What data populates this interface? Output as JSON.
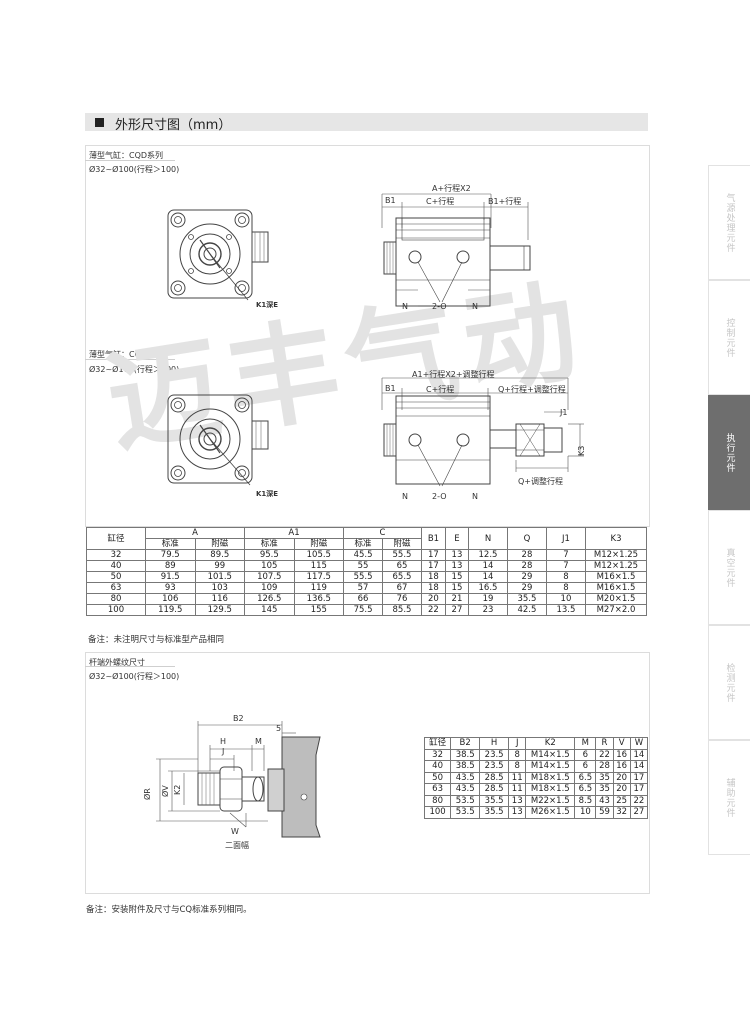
{
  "header": {
    "title": "外形尺寸图（mm）"
  },
  "sections": {
    "cqd": {
      "series": "薄型气缸：CQD系列",
      "range": "Ø32~Ø100(行程＞100)"
    },
    "cqj": {
      "series": "薄型气缸：CQJ系列",
      "range": "Ø32~Ø100(行程＞100)"
    },
    "rod": {
      "series": "杆端外螺纹尺寸",
      "range": "Ø32~Ø100(行程＞100)"
    }
  },
  "drawing1": {
    "k1": "K1深E",
    "a_stroke": "A+行程X2",
    "b1": "B1",
    "c_stroke": "C+行程",
    "b1_stroke": "B1+行程",
    "n_left": "N",
    "two_o": "2-O",
    "n_right": "N"
  },
  "drawing2": {
    "k1": "K1深E",
    "a1": "A1+行程X2+调整行程",
    "b1": "B1",
    "c_stroke": "C+行程",
    "q": "Q+行程+调整行程",
    "j1": "J1",
    "k3": "K3",
    "q2": "Q+调整行程",
    "n_left": "N",
    "two_o": "2-O",
    "n_right": "N"
  },
  "drawing3": {
    "b2": "B2",
    "five": "5",
    "h": "H",
    "j": "J",
    "m": "M",
    "r": "ØR",
    "v": "ØV",
    "k2": "K2",
    "w": "W",
    "two_face": "二面幅"
  },
  "watermark": "迈丰气动",
  "table1": {
    "h_bore": "缸径",
    "h_a": "A",
    "h_a1": "A1",
    "h_c": "C",
    "h_b1": "B1",
    "h_e": "E",
    "h_n": "N",
    "h_q": "Q",
    "h_j1": "J1",
    "h_k3": "K3",
    "s1": "标准",
    "s2": "附磁",
    "s3": "标准",
    "s4": "附磁",
    "s5": "标准",
    "s6": "附磁",
    "rows": [
      [
        "32",
        "79.5",
        "89.5",
        "95.5",
        "105.5",
        "45.5",
        "55.5",
        "17",
        "13",
        "12.5",
        "28",
        "7",
        "M12×1.25"
      ],
      [
        "40",
        "89",
        "99",
        "105",
        "115",
        "55",
        "65",
        "17",
        "13",
        "14",
        "28",
        "7",
        "M12×1.25"
      ],
      [
        "50",
        "91.5",
        "101.5",
        "107.5",
        "117.5",
        "55.5",
        "65.5",
        "18",
        "15",
        "14",
        "29",
        "8",
        "M16×1.5"
      ],
      [
        "63",
        "93",
        "103",
        "109",
        "119",
        "57",
        "67",
        "18",
        "15",
        "16.5",
        "29",
        "8",
        "M16×1.5"
      ],
      [
        "80",
        "106",
        "116",
        "126.5",
        "136.5",
        "66",
        "76",
        "20",
        "21",
        "19",
        "35.5",
        "10",
        "M20×1.5"
      ],
      [
        "100",
        "119.5",
        "129.5",
        "145",
        "155",
        "75.5",
        "85.5",
        "22",
        "27",
        "23",
        "42.5",
        "13.5",
        "M27×2.0"
      ]
    ]
  },
  "note1": "备注：未注明尺寸与标准型产品相同",
  "table2": {
    "headers": [
      "缸径",
      "B2",
      "H",
      "J",
      "K2",
      "M",
      "R",
      "V",
      "W"
    ],
    "rows": [
      [
        "32",
        "38.5",
        "23.5",
        "8",
        "M14×1.5",
        "6",
        "22",
        "16",
        "14"
      ],
      [
        "40",
        "38.5",
        "23.5",
        "8",
        "M14×1.5",
        "6",
        "28",
        "16",
        "14"
      ],
      [
        "50",
        "43.5",
        "28.5",
        "11",
        "M18×1.5",
        "6.5",
        "35",
        "20",
        "17"
      ],
      [
        "63",
        "43.5",
        "28.5",
        "11",
        "M18×1.5",
        "6.5",
        "35",
        "20",
        "17"
      ],
      [
        "80",
        "53.5",
        "35.5",
        "13",
        "M22×1.5",
        "8.5",
        "43",
        "25",
        "22"
      ],
      [
        "100",
        "53.5",
        "35.5",
        "13",
        "M26×1.5",
        "10",
        "59",
        "32",
        "27"
      ]
    ]
  },
  "note2": "备注：安装附件及尺寸与CQ标准系列相同。",
  "tabs": [
    {
      "label": "气源处理元件",
      "active": false
    },
    {
      "label": "控制元件",
      "active": false
    },
    {
      "label": "执行元件",
      "active": true
    },
    {
      "label": "真空元件",
      "active": false
    },
    {
      "label": "检测元件",
      "active": false
    },
    {
      "label": "辅助元件",
      "active": false
    }
  ]
}
